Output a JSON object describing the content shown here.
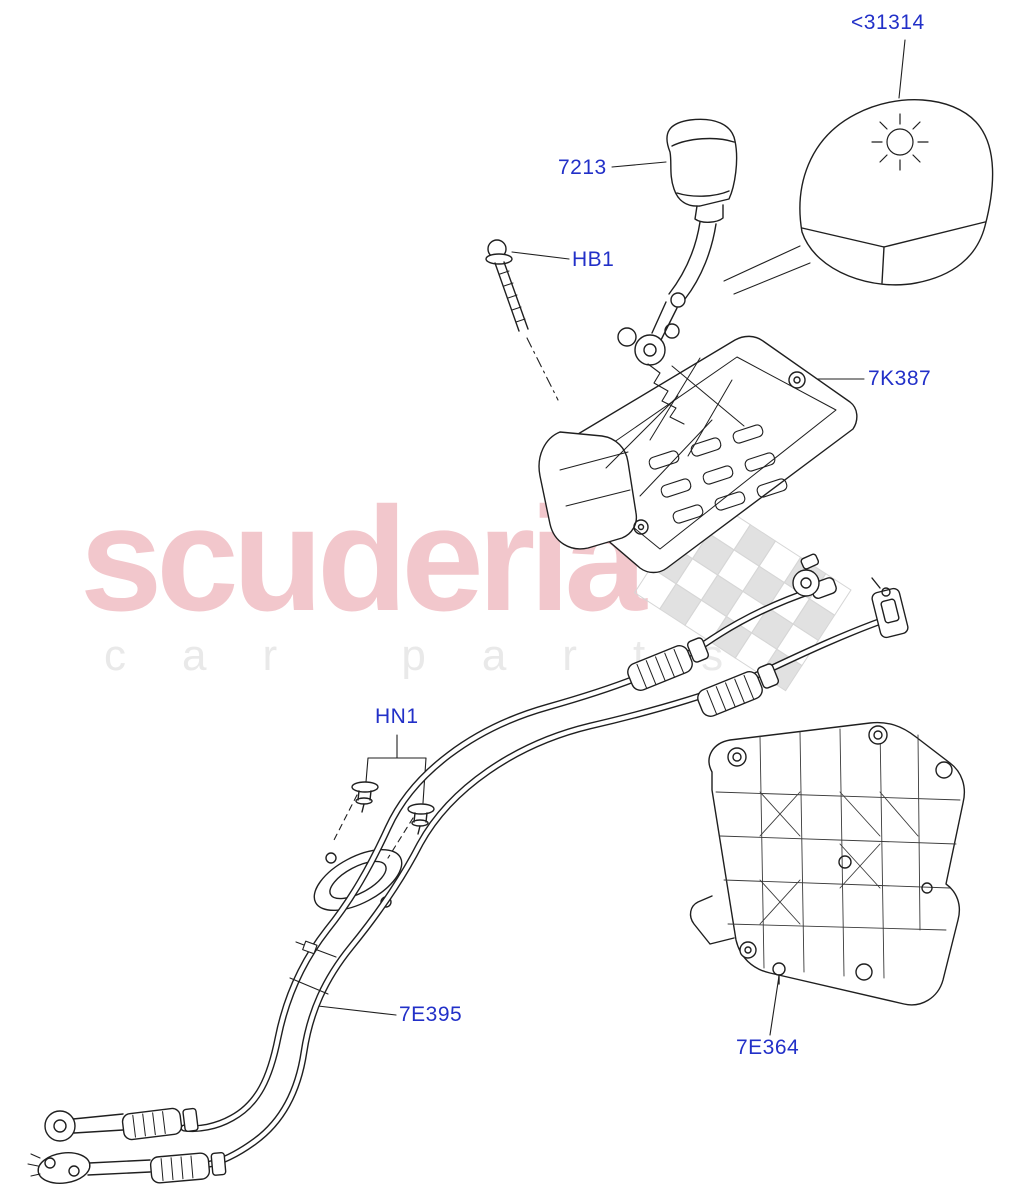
{
  "diagram": {
    "watermark": {
      "title": "scuderia",
      "subtitle": "car parts"
    },
    "labels": {
      "cover": "<31314",
      "knob": "7213",
      "bolt": "HB1",
      "shifter_assembly": "7K387",
      "cable_clips": "HN1",
      "shift_cables": "7E395",
      "mounting_bracket": "7E364"
    },
    "colors": {
      "label_text": "#2230c8",
      "line_art": "#1f1f1f",
      "watermark_title": "#f2c7cc",
      "watermark_subtitle": "#e9e9e9",
      "checker": "#dcdcdc",
      "background": "#ffffff"
    }
  }
}
